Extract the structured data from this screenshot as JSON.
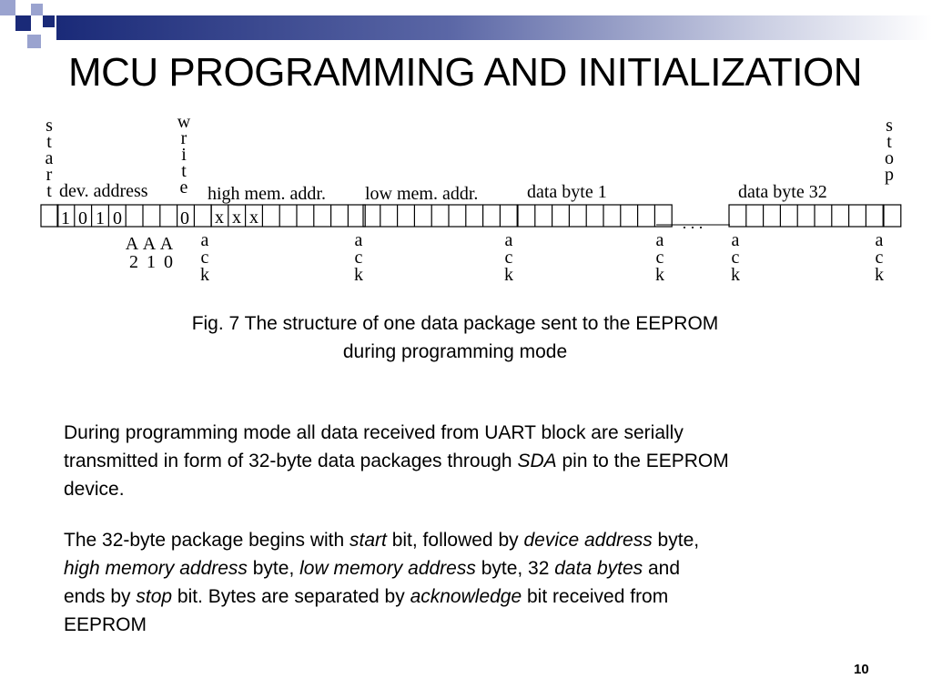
{
  "slide": {
    "title": "MCU PROGRAMMING AND INITIALIZATION",
    "page_number": "10",
    "decoration": {
      "dark_color": "#1a2a78",
      "light_color": "#9aa3cf"
    }
  },
  "figure": {
    "vertical_labels": {
      "start": [
        "s",
        "t",
        "a",
        "r",
        "t"
      ],
      "write": [
        "w",
        "r",
        "i",
        "t",
        "e"
      ],
      "stop": [
        "s",
        "t",
        "o",
        "p"
      ],
      "ack": [
        "a",
        "c",
        "k"
      ]
    },
    "field_labels": {
      "dev_address": "dev. address",
      "high_mem_addr": "high mem. addr.",
      "low_mem_addr": "low mem. addr.",
      "data_byte_1": "data byte 1",
      "data_byte_32": "data byte 32"
    },
    "device_bits": [
      "1",
      "0",
      "1",
      "0"
    ],
    "write_bit": "0",
    "dont_care_bits": [
      "x",
      "x",
      "x"
    ],
    "address_pins_top": [
      "A",
      "A",
      "A"
    ],
    "address_pins_bottom": [
      "2",
      "1",
      "0"
    ],
    "ellipsis": ". . ."
  },
  "caption": {
    "line1": "Fig. 7 The structure of one data package sent to the EEPROM",
    "line2": "during programming mode"
  },
  "paragraph1": {
    "line1": "During programming mode all data received from UART block are serially",
    "line2_pre": "transmitted in form of 32-byte data packages through ",
    "line2_em": "SDA",
    "line2_post": " pin to the EEPROM",
    "line3": "device."
  },
  "paragraph2": {
    "l1_a": "The 32-byte package begins with ",
    "l1_b": "start",
    "l1_c": " bit, followed by ",
    "l1_d": "device address",
    "l1_e": " byte,",
    "l2_a": "high memory address",
    "l2_b": " byte, ",
    "l2_c": "low memory address",
    "l2_d": " byte, 32 ",
    "l2_e": "data bytes",
    "l2_f": " and",
    "l3_a": "ends by ",
    "l3_b": "stop",
    "l3_c": " bit. Bytes are separated by ",
    "l3_d": "acknowledge",
    "l3_e": " bit received from",
    "l4": "EEPROM"
  }
}
